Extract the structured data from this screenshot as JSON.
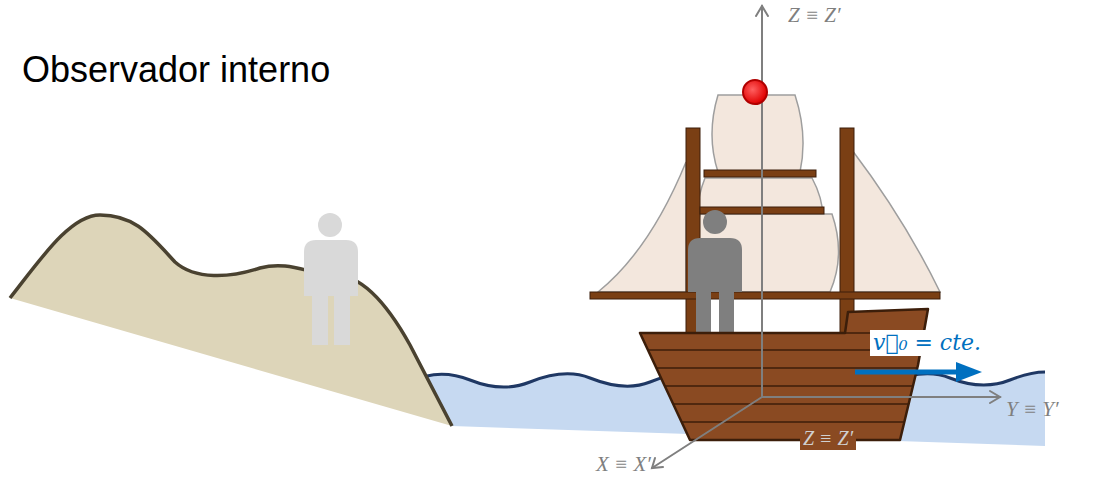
{
  "diagram": {
    "title": "Observador interno",
    "labels": [
      "Z ≡ Z′",
      "v⃗₀ = cte.",
      "Y ≡ Y′",
      "Z ≡ Z′",
      "X ≡ X′"
    ]
  }
}
